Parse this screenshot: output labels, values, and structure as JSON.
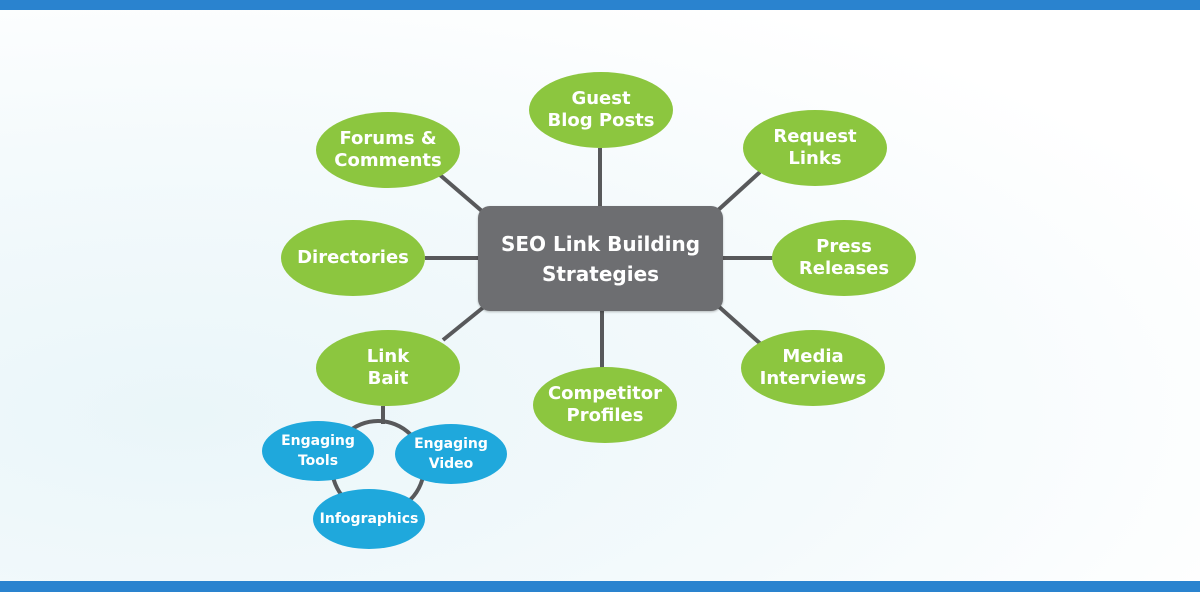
{
  "colors": {
    "frame_bar": "#2a83cf",
    "center_fill": "#6d6e71",
    "green_fill": "#8cc63f",
    "blue_fill": "#1fa8dc",
    "connector": "#58595b"
  },
  "center": {
    "label_line1": "SEO Link Building",
    "label_line2": "Strategies"
  },
  "strategies": {
    "guest": {
      "line1": "Guest",
      "line2": "Blog Posts"
    },
    "forums": {
      "line1": "Forums &",
      "line2": "Comments"
    },
    "request": {
      "line1": "Request",
      "line2": "Links"
    },
    "directories": {
      "line1": "Directories"
    },
    "press": {
      "line1": "Press",
      "line2": "Releases"
    },
    "linkbait": {
      "line1": "Link",
      "line2": "Bait"
    },
    "competitor": {
      "line1": "Competitor",
      "line2": "Profiles"
    },
    "media": {
      "line1": "Media",
      "line2": "Interviews"
    }
  },
  "link_bait_children": {
    "tools": {
      "line1": "Engaging",
      "line2": "Tools"
    },
    "video": {
      "line1": "Engaging",
      "line2": "Video"
    },
    "infographics": {
      "line1": "Infographics"
    }
  }
}
